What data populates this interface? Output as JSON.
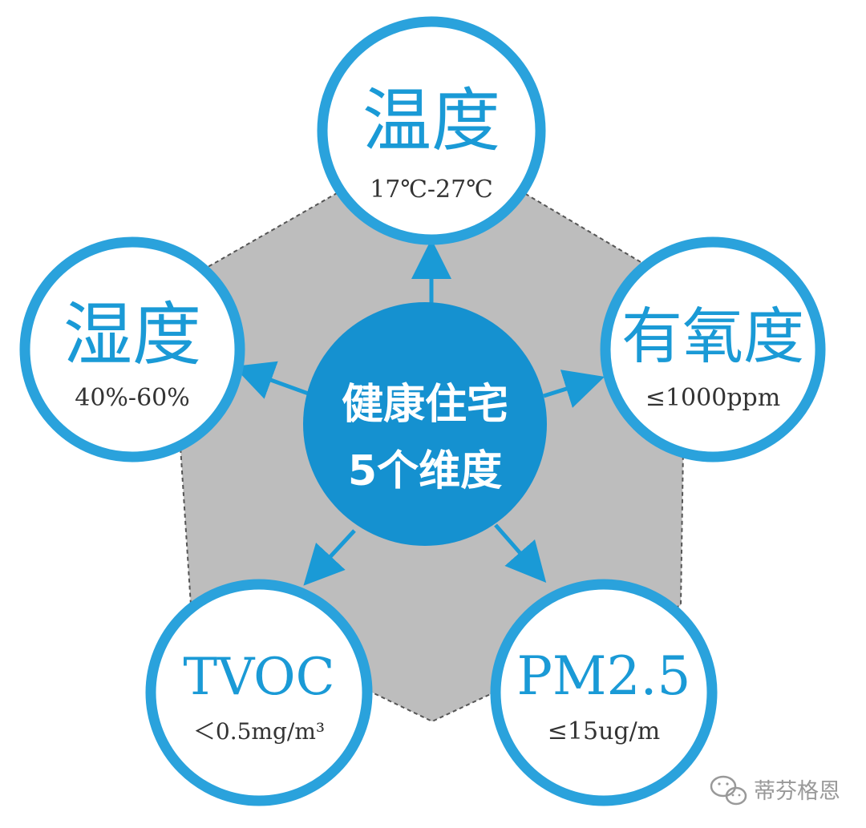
{
  "center": {
    "line1": "健康住宅",
    "line2": "5个维度"
  },
  "nodes": {
    "temperature": {
      "title": "温度",
      "value": "17℃-27℃"
    },
    "oxygen": {
      "title": "有氧度",
      "value": "≤1000ppm"
    },
    "pm25": {
      "title": "PM2.5",
      "value": "≤15ug/m"
    },
    "tvoc": {
      "title": "TVOC",
      "value": "＜0.5mg/m³"
    },
    "humidity": {
      "title": "湿度",
      "value": "40%-60%"
    }
  },
  "watermark": {
    "text": "蒂芬格恩",
    "icon": "wechat-icon"
  },
  "colors": {
    "accent": "#1a9ad6",
    "center_fill": "#1591d0",
    "pentagon_fill": "#bdbdbd",
    "ring_stroke": "#2aa2dc",
    "value_text": "#333333",
    "watermark": "#999999"
  }
}
